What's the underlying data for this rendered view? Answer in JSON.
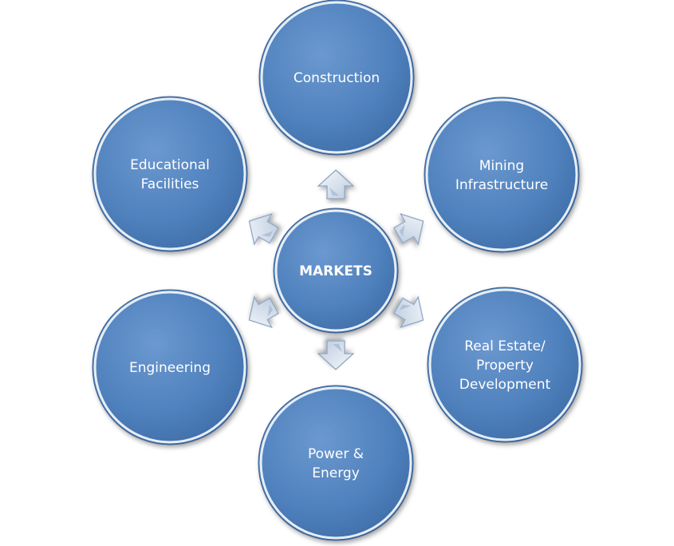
{
  "center": {
    "label": "MARKETS"
  },
  "nodes": [
    {
      "id": "construction",
      "lines": [
        "Construction"
      ]
    },
    {
      "id": "mining-infrastructure",
      "lines": [
        "Mining",
        "Infrastructure"
      ]
    },
    {
      "id": "real-estate",
      "lines": [
        "Real Estate/",
        "Property",
        "Development"
      ]
    },
    {
      "id": "power-energy",
      "lines": [
        "Power &",
        "Energy"
      ]
    },
    {
      "id": "engineering",
      "lines": [
        "Engineering"
      ]
    },
    {
      "id": "educational-facilities",
      "lines": [
        "Educational",
        "Facilities"
      ]
    }
  ],
  "colors": {
    "circle_fill": "#4f81bd",
    "circle_stroke": "#e8eef6",
    "circle_outline": "#3a5f8f",
    "arrow_fill": "#dfe7f1",
    "arrow_stroke": "#8aa2c2",
    "text": "#ffffff"
  }
}
